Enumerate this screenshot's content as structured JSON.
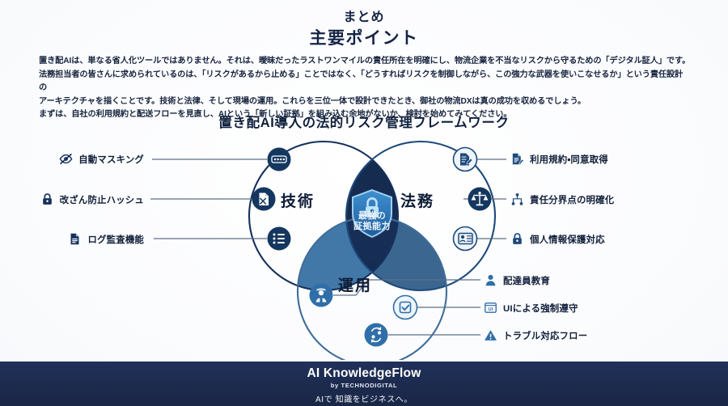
{
  "header": {
    "title_small": "まとめ",
    "title_large": "主要ポイント"
  },
  "body": {
    "line1": "置き配AIは、単なる省人化ツールではありません。それは、曖昧だったラストワンマイルの責任所在を明確にし、物流企業を不当なリスクから守るための「デジタル証人」です。",
    "line2": "法務担当者の皆さんに求められているのは、「リスクがあるから止める」ことではなく、「どうすればリスクを制御しながら、この強力な武器を使いこなせるか」という責任設計の",
    "line3": "アーキテクチャを描くことです。技術と法律、そして現場の運用。これらを三位一体で設計できたとき、御社の物流DXは真の成功を収めるでしょう。",
    "line4": "まずは、自社の利用規約と配送フローを見直し、AIという「新しい証拠」を組み込む余地がないか、検討を始めてみてください。"
  },
  "diagram": {
    "title": "置き配AI導入の法的リスク管理フレームワーク",
    "sets": {
      "tech": "技術",
      "legal": "法務",
      "ops": "運用"
    },
    "center": {
      "line1": "最強の",
      "line2": "証拠能力"
    },
    "tech_items": [
      {
        "label": "自動マスキング",
        "icon": "eye-off-icon",
        "node_icon": "masked-dots-icon"
      },
      {
        "label": "改ざん防止ハッシュ",
        "icon": "lock-icon",
        "node_icon": "file-hash-icon"
      },
      {
        "label": "ログ監査機能",
        "icon": "document-icon",
        "node_icon": "list-icon"
      }
    ],
    "legal_items": [
      {
        "label": "利用規約・同意取得",
        "icon": "document-edit-icon",
        "node_icon": "document-edit-icon"
      },
      {
        "label": "責任分界点の明確化",
        "icon": "sitemap-icon",
        "node_icon": "scales-icon"
      },
      {
        "label": "個人情報保護対応",
        "icon": "lock-icon",
        "node_icon": "id-card-icon"
      }
    ],
    "ops_items": [
      {
        "label": "配達員教育",
        "icon": "person-icon",
        "node_icon": "worker-icon"
      },
      {
        "label": "UIによる強制遵守",
        "icon": "ui-window-icon",
        "node_icon": "checkbox-icon"
      },
      {
        "label": "トラブル対応フロー",
        "icon": "warning-icon",
        "node_icon": "flow-icon"
      }
    ],
    "colors": {
      "circle_stroke_tech": "#15305c",
      "circle_stroke_legal": "#1d4a7a",
      "circle_stroke_ops": "#376490",
      "overlap_left": "#4278a8",
      "overlap_right": "#3b6690",
      "center_core": "#152c50",
      "node_fill": "#14375f",
      "accent": "#2f79c0"
    }
  },
  "footer": {
    "brand": "AI KnowledgeFlow",
    "by": "by TECHNODIGITAL",
    "tagline": "AIで 知識をビジネスへ。",
    "background": "#1c2a4d"
  }
}
